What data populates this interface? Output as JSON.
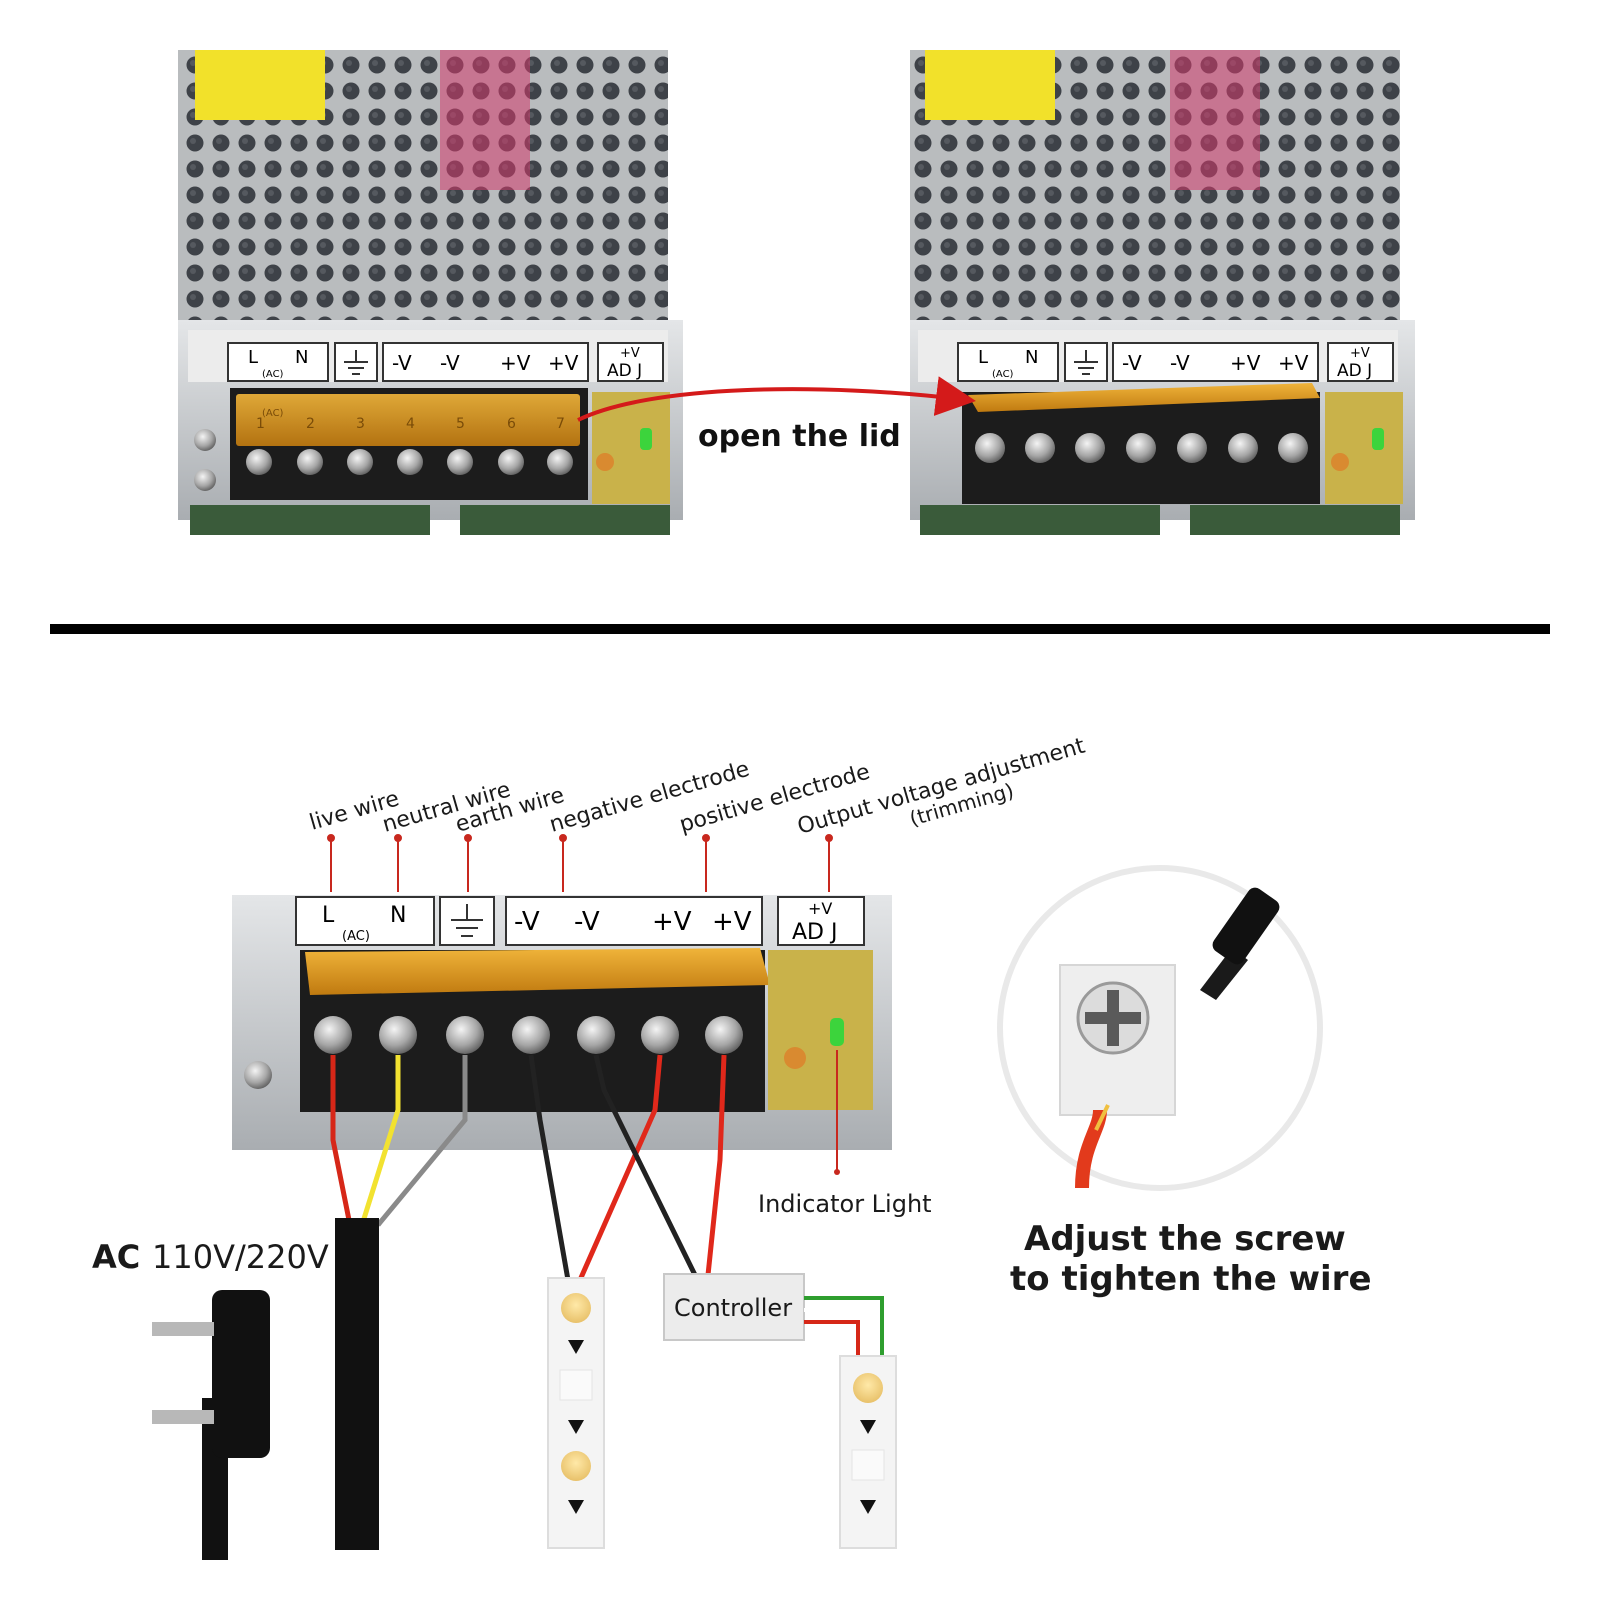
{
  "top_panel": {
    "arrow_label": "open the lid",
    "terminal_labels": {
      "ac_l": "L",
      "ac_n": "N",
      "ac": "(AC)",
      "neg1": "-V",
      "neg2": "-V",
      "pos1": "+V",
      "pos2": "+V",
      "adj_top": "+V",
      "adj_bottom": "AD J"
    },
    "cover_numbers": [
      "1",
      "2",
      "3",
      "4",
      "5",
      "6",
      "7"
    ],
    "cover_ac_text": "(AC)"
  },
  "bottom_panel": {
    "callouts": {
      "live_wire": "live wire",
      "neutral_wire": "neutral wire",
      "earth_wire": "earth wire",
      "negative_electrode": "negative electrode",
      "positive_electrode": "positive electrode",
      "output_voltage_1": "Output voltage adjustment",
      "output_voltage_2": "(trimming)"
    },
    "indicator_label": "Indicator Light",
    "ac_input_bold": "AC",
    "ac_input_value": "110V/220V",
    "controller_label": "Controller",
    "screw_caption_1": "Adjust the screw",
    "screw_caption_2": "to tighten the wire"
  },
  "colors": {
    "wire_live": "#d62718",
    "wire_neutral": "#f2e230",
    "wire_earth": "#8a8a8a",
    "wire_negative": "#222222",
    "wire_positive": "#e0281b",
    "cover_amber": "#d89a1e",
    "led_green": "#3cd43c",
    "callout_red": "#c8281e",
    "divider": "#000000"
  }
}
